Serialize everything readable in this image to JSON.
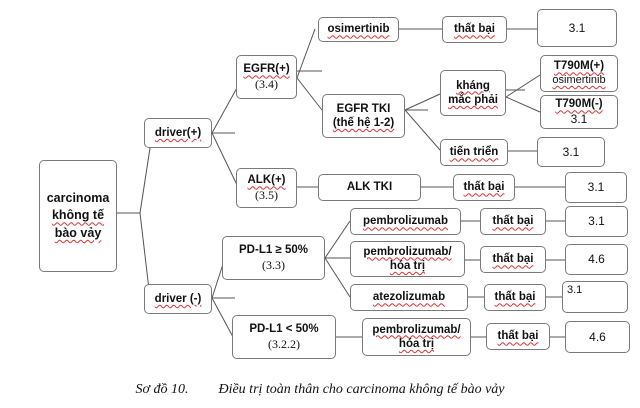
{
  "nodes": {
    "root": {
      "line1": "carcinoma",
      "line2": "không tế",
      "line3": "bào vảy"
    },
    "driver_pos": {
      "label": "driver(+)"
    },
    "driver_neg": {
      "label": "driver (-)"
    },
    "egfr": {
      "label": "EGFR(+)",
      "ref": "(3.4)"
    },
    "alk": {
      "label": "ALK(+)",
      "ref": "(3.5)"
    },
    "egfr_tki": {
      "line1": "EGFR TKI",
      "line2": "(thế hệ 1-2)"
    },
    "osimertinib": {
      "label": "osimertinib"
    },
    "that_bai_osi": {
      "label": "thất bại"
    },
    "val_31_top": {
      "label": "3.1"
    },
    "khang_mac_phai": {
      "line1": "kháng",
      "line2": "mắc phải"
    },
    "t790m_pos": {
      "line1": "T790M(+)",
      "line2": "osimertinib"
    },
    "t790m_neg": {
      "line1": "T790M(-)",
      "line2": "3.1"
    },
    "tien_trien": {
      "label": "tiến triển"
    },
    "val_31_tien": {
      "label": "3.1"
    },
    "alk_tki": {
      "label": "ALK TKI"
    },
    "that_bai_alk": {
      "label": "thất bại"
    },
    "val_31_alk": {
      "label": "3.1"
    },
    "pdl1_high": {
      "label": "PD-L1 ≥ 50%",
      "ref": "(3.3)"
    },
    "pdl1_low": {
      "label": "PD-L1 < 50%",
      "ref": "(3.2.2)"
    },
    "pembro_1": {
      "label": "pembrolizumab"
    },
    "that_bai_p1": {
      "label": "thất bại"
    },
    "val_31_p1": {
      "label": "3.1"
    },
    "pembro_chemo_1": {
      "line1": "pembrolizumab/",
      "line2": "hóa trị"
    },
    "that_bai_pc1": {
      "label": "thất bại"
    },
    "val_46_pc1": {
      "label": "4.6"
    },
    "atezo": {
      "label": "atezolizumab"
    },
    "that_bai_atezo": {
      "label": "thất bại"
    },
    "val_31_atezo": {
      "label": "3.1"
    },
    "pembro_chemo_2": {
      "line1": "pembrolizumab/",
      "line2": "hóa trị"
    },
    "that_bai_pc2": {
      "label": "thất bại"
    },
    "val_46_pc2": {
      "label": "4.6"
    }
  },
  "caption": {
    "number": "Sơ đồ 10.",
    "text": "Điều trị toàn thân cho carcinoma không tế bào vảy"
  }
}
